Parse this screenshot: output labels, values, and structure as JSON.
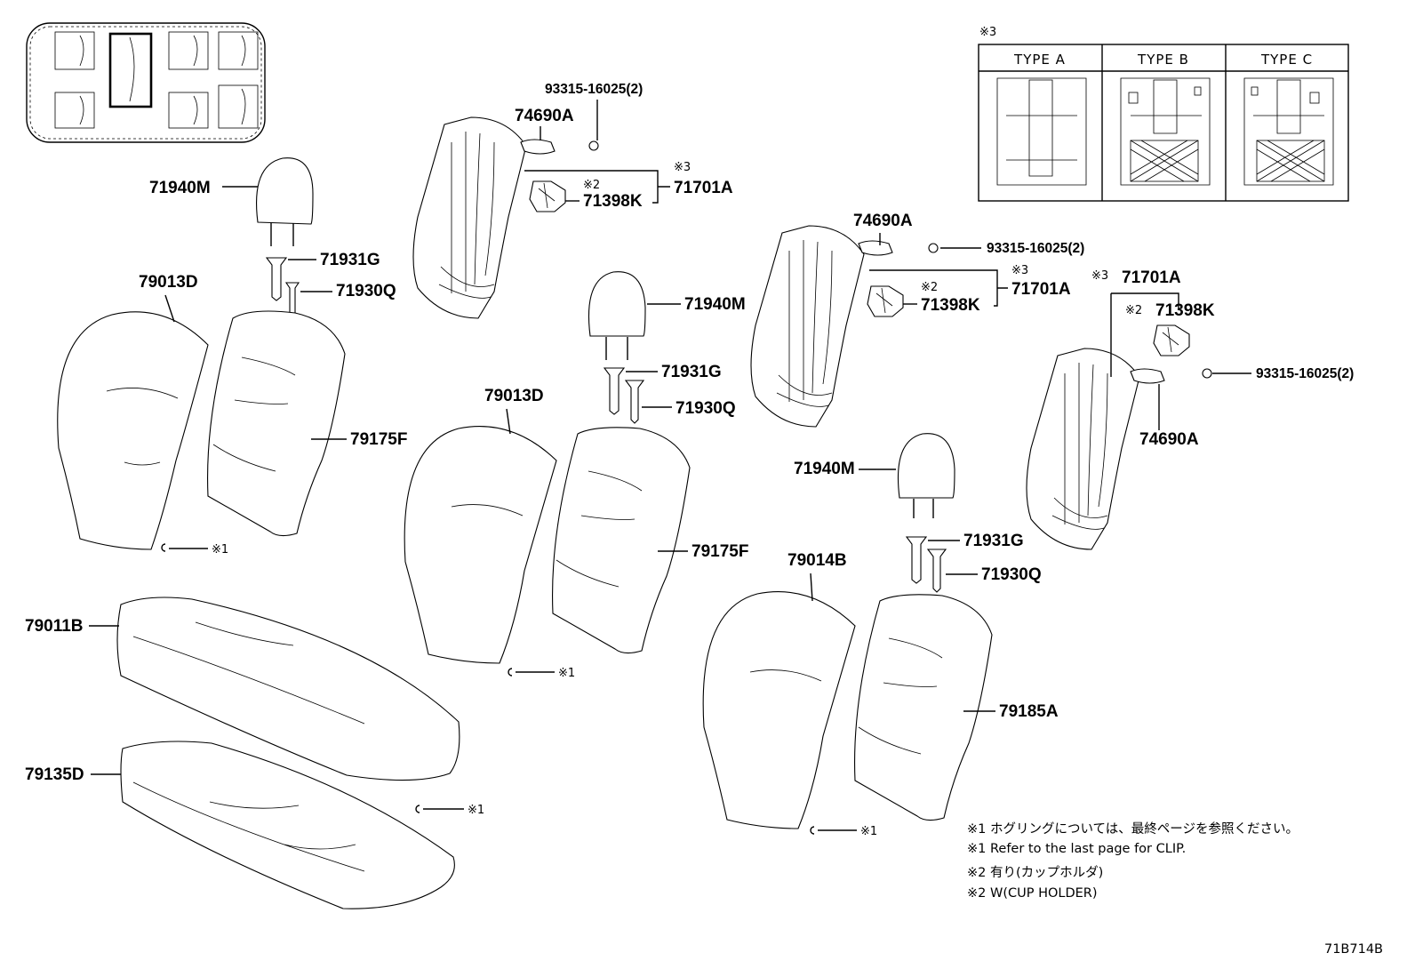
{
  "labels": {
    "l_71940M_a": "71940M",
    "l_71931G_a": "71931G",
    "l_79013D_a": "79013D",
    "l_71930Q_a": "71930Q",
    "l_79175F_a": "79175F",
    "l_x1_a": "※1",
    "l_79011B": "79011B",
    "l_79135D": "79135D",
    "l_x1_b": "※1",
    "l_bolt_a": "93315-16025(2)",
    "l_74690A_a": "74690A",
    "l_x3_a": "※3",
    "l_x2_a": "※2",
    "l_71701A_a": "71701A",
    "l_71398K_a": "71398K",
    "l_71940M_b": "71940M",
    "l_71931G_b": "71931G",
    "l_79013D_b": "79013D",
    "l_71930Q_b": "71930Q",
    "l_79175F_b": "79175F",
    "l_x1_c": "※1",
    "l_74690A_b": "74690A",
    "l_bolt_b": "93315-16025(2)",
    "l_x3_b": "※3",
    "l_x2_b": "※2",
    "l_71701A_b": "71701A",
    "l_71398K_b": "71398K",
    "l_71940M_c": "71940M",
    "l_71931G_c": "71931G",
    "l_79014B": "79014B",
    "l_71930Q_c": "71930Q",
    "l_79185A": "79185A",
    "l_x1_d": "※1",
    "l_x3_c": "※3",
    "l_71701A_c": "71701A",
    "l_x2_c": "※2",
    "l_71398K_c": "71398K",
    "l_bolt_c": "93315-16025(2)",
    "l_74690A_c": "74690A"
  },
  "type_box": {
    "marker": "※3",
    "types": [
      "TYPE A",
      "TYPE B",
      "TYPE C"
    ]
  },
  "notes": [
    "※1 ホグリングについては、最終ページを参照ください。",
    "※1 Refer to the last page for CLIP.",
    "※2 有り(カップホルダ)",
    "※2  W(CUP HOLDER)"
  ],
  "diagram_code": "71B714B"
}
